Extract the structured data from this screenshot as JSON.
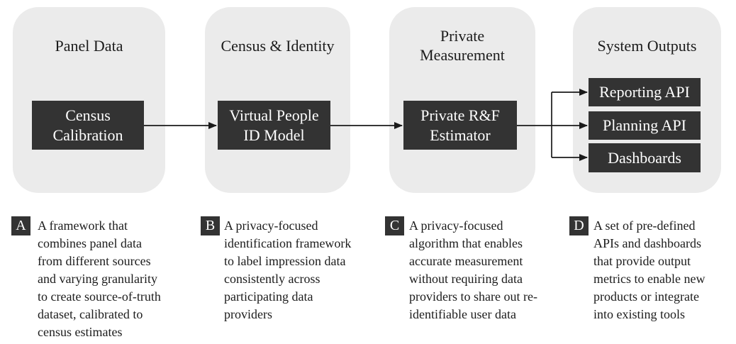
{
  "colors": {
    "panel_background": "#ebebeb",
    "node_background": "#333333",
    "node_text": "#ffffff",
    "text": "#1c1c1c",
    "arrow": "#1a1a1a",
    "page_background": "#ffffff"
  },
  "pipeline": {
    "panels": [
      {
        "title": "Panel Data",
        "boxes": [
          {
            "label": "Census Calibration"
          }
        ]
      },
      {
        "title": "Census & Identity",
        "boxes": [
          {
            "label": "Virtual People ID Model"
          }
        ]
      },
      {
        "title": "Private Measurement",
        "boxes": [
          {
            "label": "Private R&F Estimator"
          }
        ]
      },
      {
        "title": "System Outputs",
        "boxes": [
          {
            "label": "Reporting API"
          },
          {
            "label": "Planning API"
          },
          {
            "label": "Dashboards"
          }
        ]
      }
    ],
    "connections": [
      "Census Calibration -> Virtual People ID Model",
      "Virtual People ID Model -> Private R&F Estimator",
      "Private R&F Estimator -> Reporting API",
      "Private R&F Estimator -> Planning API",
      "Private R&F Estimator -> Dashboards"
    ]
  },
  "legend": [
    {
      "badge": "A",
      "text": "A framework that combines panel data from different sources and varying granularity to create source-of-truth dataset, calibrated to census estimates"
    },
    {
      "badge": "B",
      "text": "A privacy-focused identification framework to label impression data consistently across participating data providers"
    },
    {
      "badge": "C",
      "text": "A privacy-focused algorithm that enables accurate measurement without requiring data providers to share out re-identifiable user data"
    },
    {
      "badge": "D",
      "text": "A set of pre-defined APIs and dashboards that provide output metrics to enable new products or integrate into existing tools"
    }
  ]
}
